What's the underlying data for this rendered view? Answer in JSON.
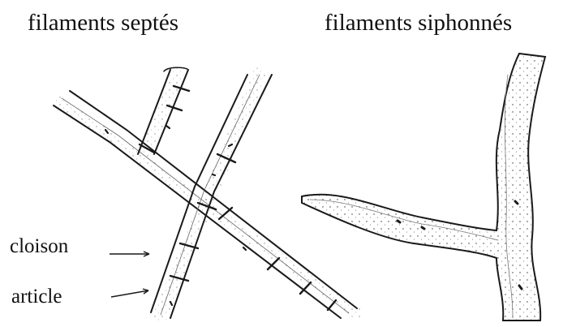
{
  "labels": {
    "septate_title": "filaments septés",
    "siphonate_title": "filaments siphonnés",
    "septum": "cloison",
    "segment": "article"
  },
  "colors": {
    "ink": "#1a1a1a",
    "paper": "#ffffff",
    "fill": "#f7f7f7"
  }
}
